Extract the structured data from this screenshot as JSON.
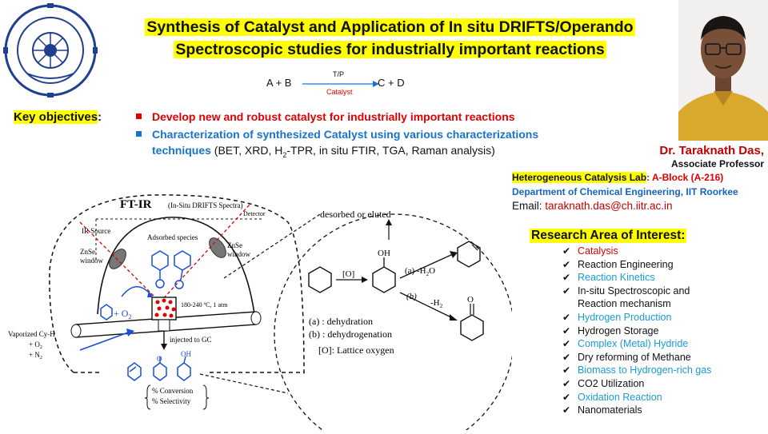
{
  "title": {
    "line1": "Synthesis of Catalyst and Application of In situ DRIFTS/Operando",
    "line2": "Spectroscopic studies for industrially important reactions"
  },
  "reaction": {
    "left": "A + B",
    "right": "C + D",
    "above": "T/P",
    "below": "Catalyst"
  },
  "key_objectives": {
    "label": "Key objectives",
    "colon": ":",
    "items": [
      {
        "text": "Develop new and robust catalyst for industrially important reactions",
        "color": "#e00000"
      },
      {
        "text_main": "Characterization of synthesized Catalyst using various characterizations",
        "text_line2": "techniques",
        "text_paren_a": " (BET, XRD, H",
        "text_sub": "2",
        "text_paren_b": "-TPR, in situ FTIR, TGA, Raman analysis)",
        "color": "#1a73c8"
      }
    ]
  },
  "profile": {
    "name": "Dr. Taraknath Das,",
    "title": "Associate Professor",
    "lab_label": "Heterogeneous Catalysis Lab",
    "lab_location": ": A-Block (A-216)",
    "department": "Department of Chemical Engineering, IIT Roorkee",
    "email_label": "Email: ",
    "email": "taraknath.das@ch.iitr.ac.in"
  },
  "research": {
    "heading": "Research Area of Interest:",
    "items": [
      {
        "label": "Catalysis",
        "color": "#e00000"
      },
      {
        "label": "Reaction Engineering",
        "color": "#111111"
      },
      {
        "label": "Reaction Kinetics",
        "color": "#1a9bd7"
      },
      {
        "label": "In-situ Spectroscopic and",
        "color": "#111111"
      },
      {
        "label": "Reaction mechanism",
        "color": "#111111",
        "cont": true
      },
      {
        "label": "Hydrogen Production",
        "color": "#1a9bd7"
      },
      {
        "label": "Hydrogen Storage",
        "color": "#111111"
      },
      {
        "label": "Complex (Metal) Hydride",
        "color": "#1a9bd7"
      },
      {
        "label": "Dry reforming of Methane",
        "color": "#111111"
      },
      {
        "label": "Biomass to Hydrogen-rich gas",
        "color": "#1a9bd7"
      },
      {
        "label": "CO2 Utilization",
        "color": "#111111"
      },
      {
        "label": "Oxidation Reaction",
        "color": "#1a9bd7"
      },
      {
        "label": "Nanomaterials",
        "color": "#111111"
      }
    ]
  },
  "diagram": {
    "ftir": "FT-IR",
    "drifts": "(In-Situ DRIFTS Spectra)",
    "detector": "Detector",
    "ir_source": "IR Source",
    "adsorbed": "Adsorbed species",
    "znse_left": "ZnSe",
    "window_left": "window",
    "znse_right": "ZnSe",
    "window_right": "window",
    "o2": "+ O",
    "o2_sub": "2",
    "temp": "180-240 ºC, 1 atm",
    "vaporized": "Vaporized Cy-H",
    "plus_o2": "+ O",
    "plus_n2": "+ N",
    "sub2": "2",
    "injected": "injected to GC",
    "conv": "% Conversion",
    "sel": "% Selectivity",
    "o_label": "O",
    "oh_label": "OH",
    "desorbed": "desorbed or eluted",
    "ox": "[O]",
    "oh": "OH",
    "a_label": "(a) -H",
    "a_sub": "2",
    "a_tail": "O",
    "b_label": "(b)",
    "b_h2": "-H",
    "b_sub": "2",
    "ketone_o": "O",
    "legend_a": "(a) : dehydration",
    "legend_b": "(b) : dehydrogenation",
    "legend_o": "[O]: Lattice oxygen"
  },
  "colors": {
    "highlight": "#ffff00",
    "red": "#e00000",
    "blue": "#1a73c8",
    "cyan": "#1a9bd7"
  }
}
